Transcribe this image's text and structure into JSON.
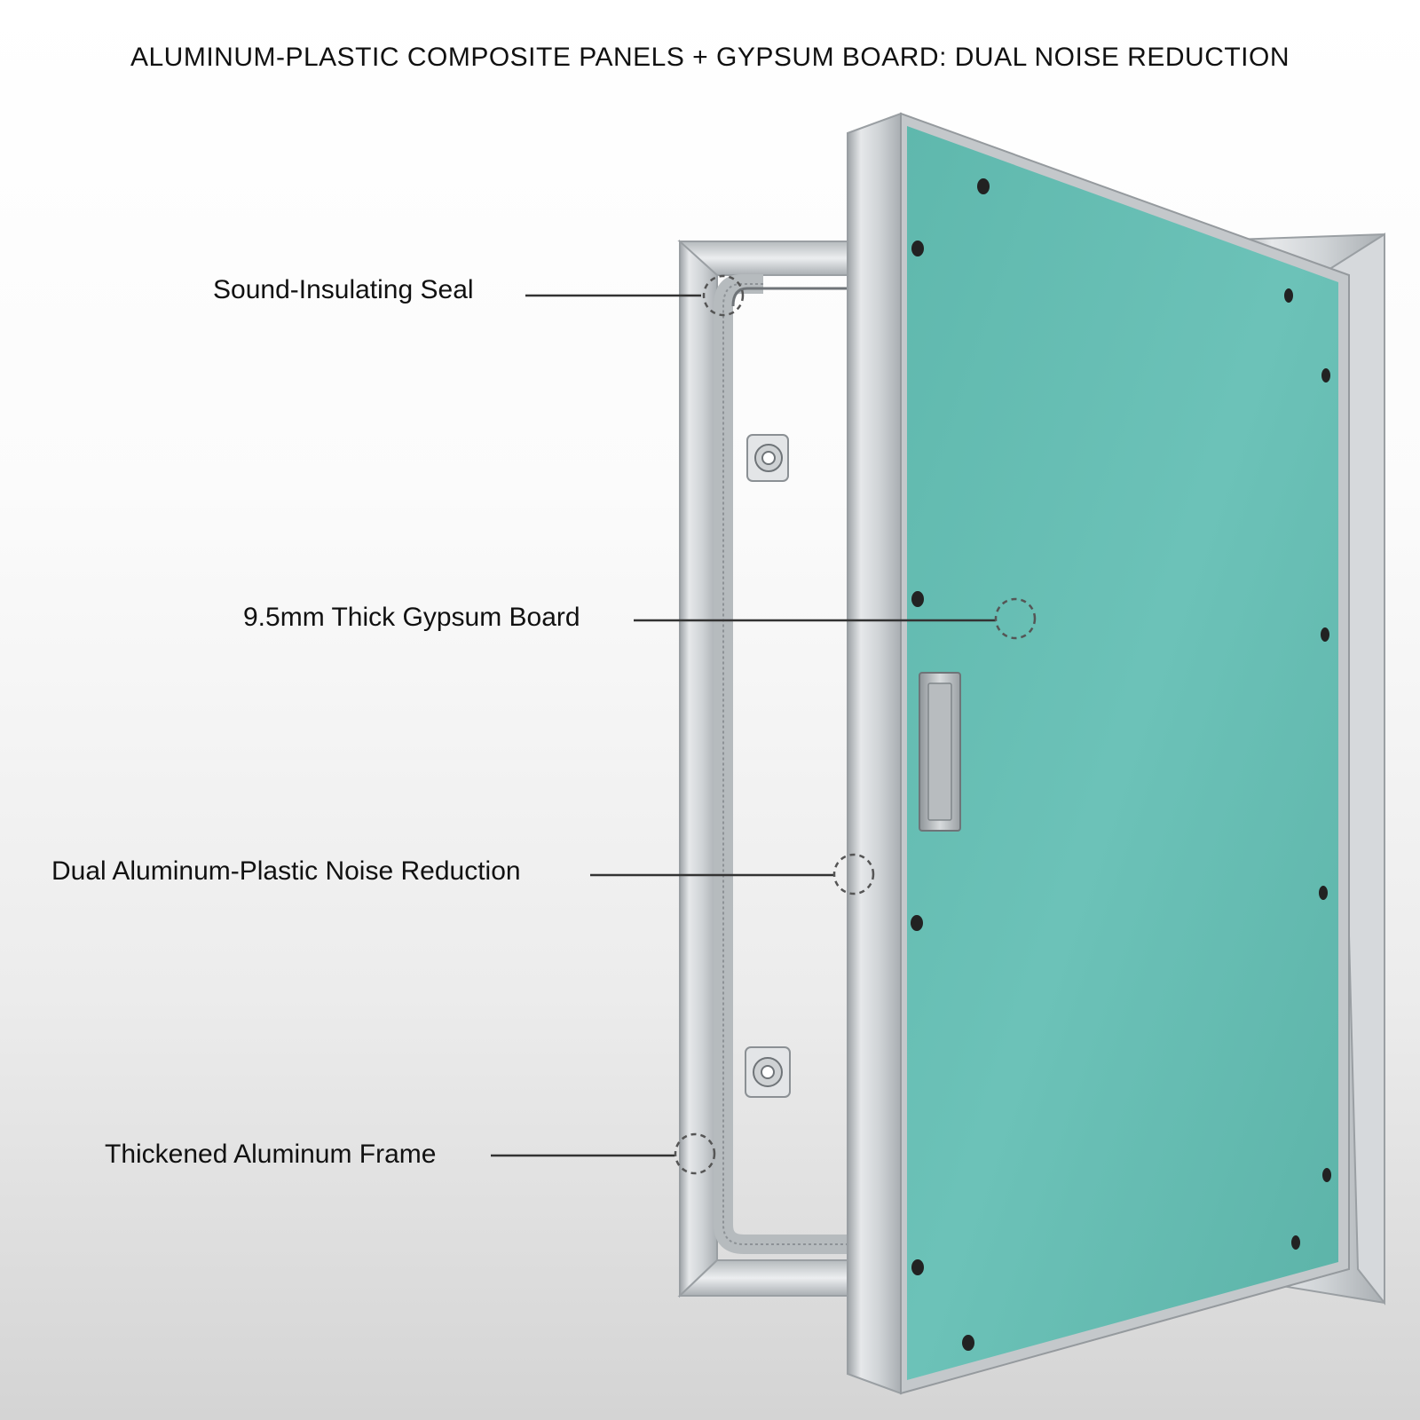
{
  "title": "ALUMINUM-PLASTIC COMPOSITE PANELS + GYPSUM BOARD: DUAL NOISE REDUCTION",
  "callouts": [
    {
      "label": "Sound-Insulating Seal"
    },
    {
      "label": "9.5mm Thick Gypsum Board"
    },
    {
      "label": "Dual Aluminum-Plastic Noise Reduction"
    },
    {
      "label": "Thickened Aluminum Frame"
    }
  ],
  "colors": {
    "gypsum": "#67bdb3",
    "aluminum": "#c9cdd0",
    "text": "#111111"
  }
}
